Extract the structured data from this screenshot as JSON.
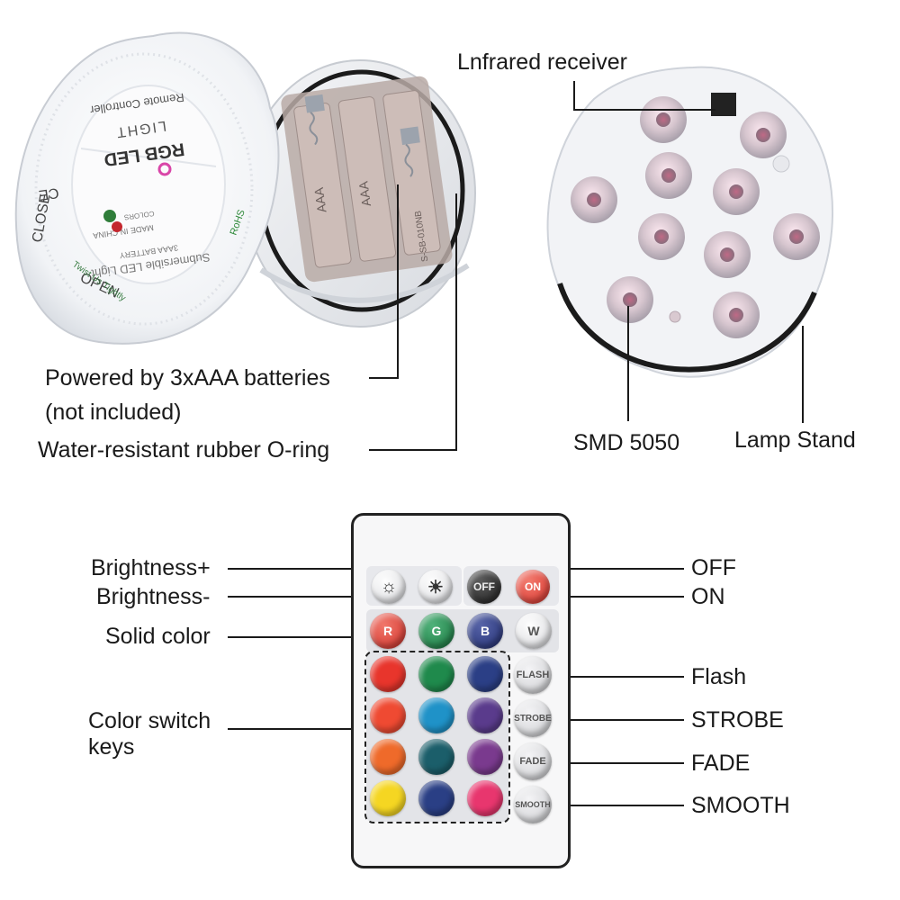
{
  "labels": {
    "infrared_receiver": "Lnfrared receiver",
    "batteries_line1": "Powered by 3xAAA batteries",
    "batteries_line2": "(not included)",
    "o_ring": "Water-resistant rubber O-ring",
    "smd": "SMD 5050",
    "lamp_stand": "Lamp Stand",
    "brightness_plus": "Brightness+",
    "brightness_minus": "Brightness-",
    "solid_color": "Solid color",
    "color_switch_line1": "Color switch",
    "color_switch_line2": "keys",
    "off": "OFF",
    "on": "ON",
    "flash": "Flash",
    "strobe": "STROBE",
    "fade": "FADE",
    "smooth": "SMOOTH"
  },
  "lid_print": {
    "open": "OPEN",
    "close": "CLOSE",
    "twist": "Twist Us Tightly",
    "brand": "RGB LED",
    "light": "LIGHT",
    "remote": "Remote Controller",
    "made_in": "MADE IN CHINA",
    "colors": "COLORS",
    "product": "Submersible LED Light",
    "battery": "3AAA BATTERY",
    "ce": "CE",
    "rohs": "RoHS"
  },
  "battery_print": {
    "aaa": "AAA",
    "model": "S-SB-010NB"
  },
  "remote": {
    "off_label": "OFF",
    "on_label": "ON",
    "r_label": "R",
    "g_label": "G",
    "b_label": "B",
    "w_label": "W",
    "flash_label": "FLASH",
    "strobe_label": "STROBE",
    "fade_label": "FADE",
    "smooth_label": "SMOOTH",
    "color_grid": [
      [
        "#e8352c",
        "#1f8a4c",
        "#2b3f86"
      ],
      [
        "#ef4a32",
        "#1f92c8",
        "#5a3b8c"
      ],
      [
        "#ef6a2a",
        "#1b5e6a",
        "#7a3a8e"
      ],
      [
        "#f5d622",
        "#2a3f85",
        "#e8366e"
      ]
    ],
    "colors": {
      "red": "#e2362d",
      "green": "#1d8a4a",
      "blue": "#2a3a82",
      "off_dark": "#2b2b2b",
      "on_red": "#e53b31"
    }
  }
}
